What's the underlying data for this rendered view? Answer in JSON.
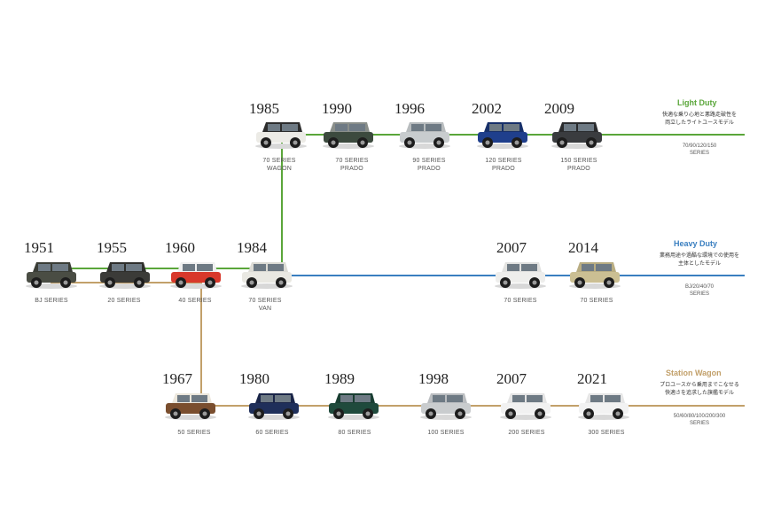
{
  "lines": {
    "light": {
      "title": "Light Duty",
      "color": "#5aa63a",
      "desc_1": "快適な乗り心地と悪路走破性を",
      "desc_2": "両立したライトユースモデル",
      "series_1": "70/90/120/150",
      "series_2": "SERIES"
    },
    "heavy": {
      "title": "Heavy Duty",
      "color": "#3a7fc0",
      "desc_1": "業務用途や過酷な環境での使用を",
      "desc_2": "主体としたモデル",
      "series_1": "BJ/20/40/70",
      "series_2": "SERIES"
    },
    "wagon": {
      "title": "Station Wagon",
      "color": "#c2a06a",
      "desc_1": "プロユースから乗用までこなせる",
      "desc_2": "快適さを追求した旗艦モデル",
      "series_1": "50/60/80/100/200/300",
      "series_2": "SERIES"
    }
  },
  "vehicles": [
    {
      "id": "bj",
      "year": "1951",
      "label_1": "BJ SERIES",
      "label_2": "",
      "body": "#4a4d44",
      "roof": "#3a3d36"
    },
    {
      "id": "20",
      "year": "1955",
      "label_1": "20 SERIES",
      "label_2": "",
      "body": "#3b3b38",
      "roof": "#2f2f2c"
    },
    {
      "id": "40",
      "year": "1960",
      "label_1": "40 SERIES",
      "label_2": "",
      "body": "#d8382b",
      "roof": "#f0f0f0"
    },
    {
      "id": "70van",
      "year": "1984",
      "label_1": "70 SERIES",
      "label_2": "VAN",
      "body": "#e9e8e2",
      "roof": "#dcdbd5"
    },
    {
      "id": "70wagon",
      "year": "1985",
      "label_1": "70 SERIES",
      "label_2": "WAGON",
      "body": "#ecebe6",
      "roof": "#2d2d2d"
    },
    {
      "id": "prado70",
      "year": "1990",
      "label_1": "70 SERIES",
      "label_2": "PRADO",
      "body": "#3c4a3e",
      "roof": "#8a8f8a"
    },
    {
      "id": "prado90",
      "year": "1996",
      "label_1": "90 SERIES",
      "label_2": "PRADO",
      "body": "#c8ccce",
      "roof": "#b8bcbe"
    },
    {
      "id": "prado120",
      "year": "2002",
      "label_1": "120 SERIES",
      "label_2": "PRADO",
      "body": "#1f3f8c",
      "roof": "#17306a"
    },
    {
      "id": "prado150",
      "year": "2009",
      "label_1": "150 SERIES",
      "label_2": "PRADO",
      "body": "#3a3c3f",
      "roof": "#2a2b2d"
    },
    {
      "id": "70re1",
      "year": "2007",
      "label_1": "70 SERIES",
      "label_2": "",
      "body": "#eeeeec",
      "roof": "#e2e2e0"
    },
    {
      "id": "70re2",
      "year": "2014",
      "label_1": "70 SERIES",
      "label_2": "",
      "body": "#cbbf93",
      "roof": "#b9ad82"
    },
    {
      "id": "50",
      "year": "1967",
      "label_1": "50 SERIES",
      "label_2": "",
      "body": "#7a4e2e",
      "roof": "#ece7dc"
    },
    {
      "id": "60",
      "year": "1980",
      "label_1": "60 SERIES",
      "label_2": "",
      "body": "#1f2f5a",
      "roof": "#1a2548"
    },
    {
      "id": "80",
      "year": "1989",
      "label_1": "80 SERIES",
      "label_2": "",
      "body": "#1f4a3c",
      "roof": "#193e32"
    },
    {
      "id": "100",
      "year": "1998",
      "label_1": "100 SERIES",
      "label_2": "",
      "body": "#c9ccce",
      "roof": "#babdc0"
    },
    {
      "id": "200",
      "year": "2007",
      "label_1": "200 SERIES",
      "label_2": "",
      "body": "#f1f1f1",
      "roof": "#e4e4e4"
    },
    {
      "id": "300",
      "year": "2021",
      "label_1": "300 SERIES",
      "label_2": "",
      "body": "#f2f2f2",
      "roof": "#e6e6e6"
    }
  ]
}
